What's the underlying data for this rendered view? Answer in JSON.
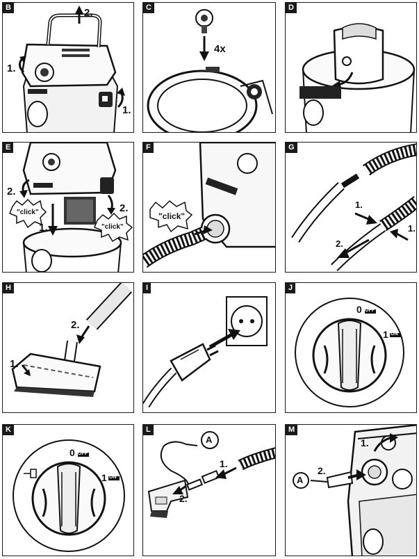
{
  "panels": [
    {
      "letter": "B",
      "labels": [
        "2.",
        "1.",
        "1."
      ]
    },
    {
      "letter": "C",
      "labels": [
        "4x"
      ]
    },
    {
      "letter": "D",
      "labels": []
    },
    {
      "letter": "E",
      "labels": [
        "2.",
        "2.",
        "1.",
        "\"click\"",
        "\"click\""
      ]
    },
    {
      "letter": "F",
      "labels": [
        "\"click\""
      ]
    },
    {
      "letter": "G",
      "labels": [
        "1.",
        "1.",
        "2."
      ]
    },
    {
      "letter": "H",
      "labels": [
        "2.",
        "1."
      ]
    },
    {
      "letter": "I",
      "labels": []
    },
    {
      "letter": "J",
      "labels": [
        "0",
        "OFF",
        "1",
        "ON"
      ]
    },
    {
      "letter": "K",
      "labels": [
        "0",
        "OFF",
        "1",
        "ON"
      ]
    },
    {
      "letter": "L",
      "labels": [
        "A",
        "1.",
        "2."
      ]
    },
    {
      "letter": "M",
      "labels": [
        "1.",
        "A",
        "2."
      ]
    }
  ]
}
